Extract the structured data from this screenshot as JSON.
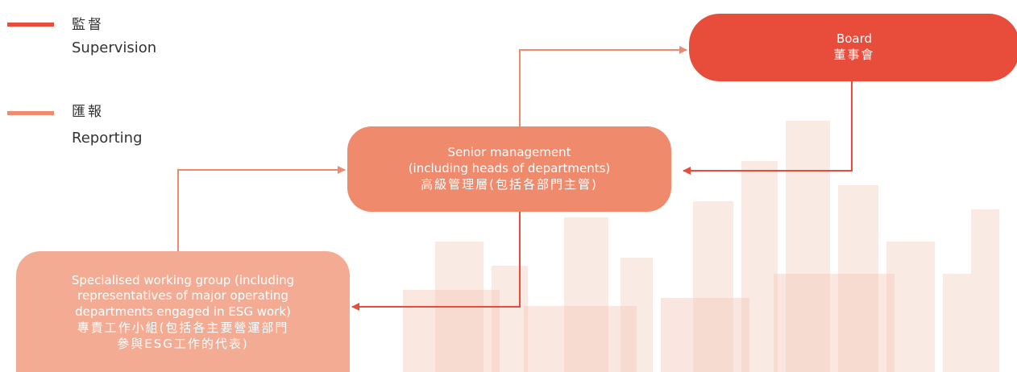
{
  "legend": {
    "supervision": {
      "cn": "監督",
      "en": "Supervision",
      "color": "#e84c3b"
    },
    "reporting": {
      "cn": "匯報",
      "en": "Reporting",
      "color": "#f08a6e"
    }
  },
  "nodes": {
    "board": {
      "en": "Board",
      "cn": "董事會",
      "color": "#e84c3b"
    },
    "senior": {
      "en_line1": "Senior management",
      "en_line2": "(including heads of departments)",
      "cn": "高級管理層(包括各部門主管)",
      "color": "#ef8a6c"
    },
    "working": {
      "en_line1": "Specialised working group (including",
      "en_line2": "representatives of major operating",
      "en_line3": "departments engaged in ESG work)",
      "cn_line1": "專責工作小組(包括各主要營運部門",
      "cn_line2": "參與ESG工作的代表)",
      "color": "#f4ab93"
    }
  }
}
